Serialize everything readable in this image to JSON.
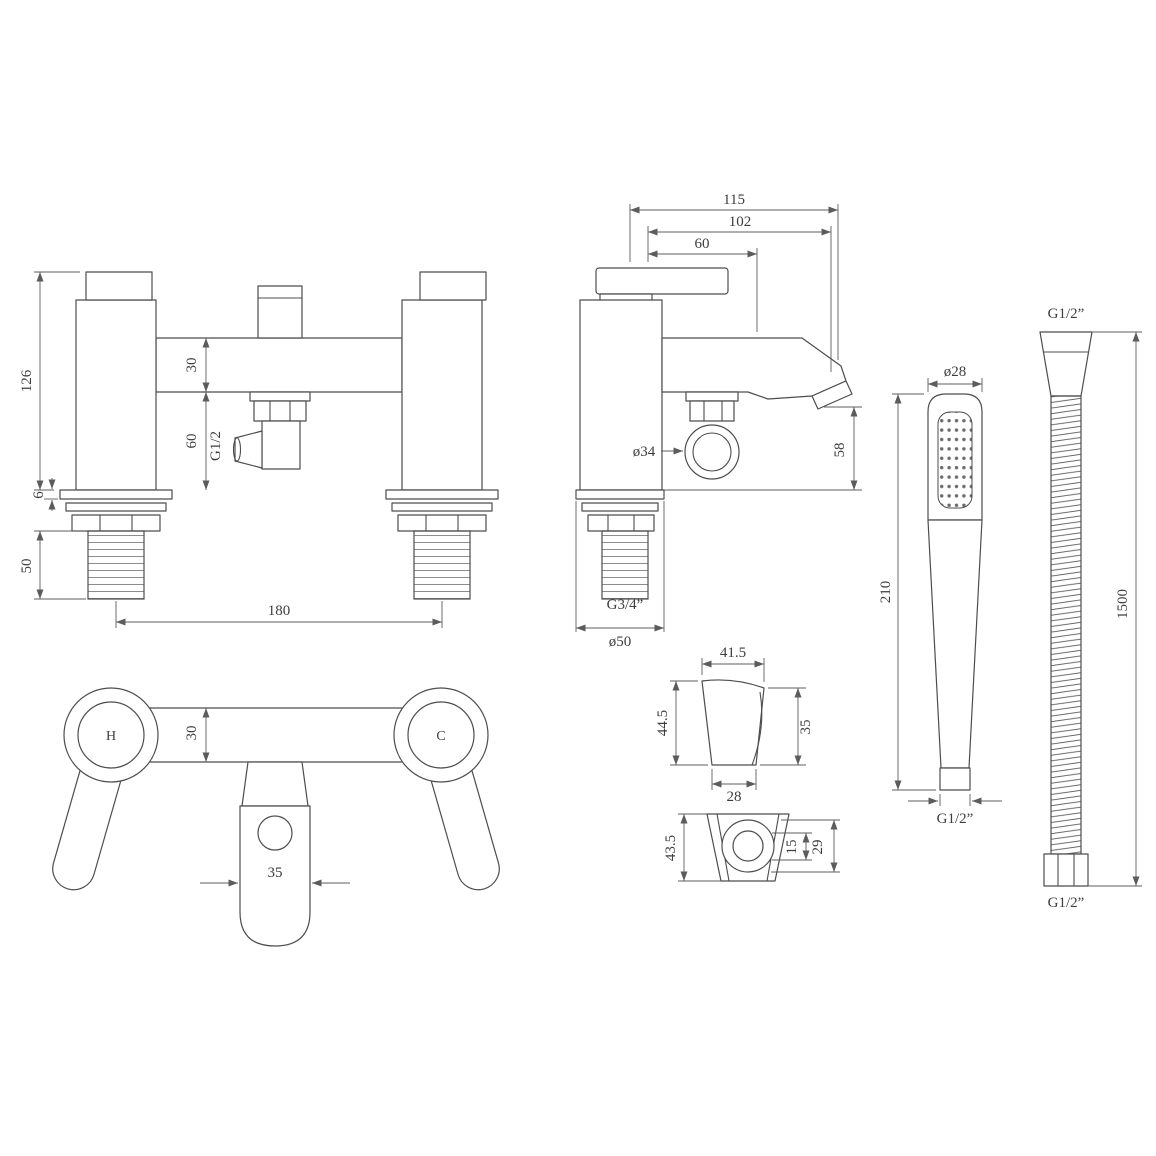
{
  "sheet": {
    "background": "#ffffff",
    "line_color": "#4d4d4d",
    "text_color": "#3d3d3d"
  },
  "front_view": {
    "overall_height": "126",
    "body_height": "30",
    "outlet_drop": "60",
    "outlet_thread": "G1/2",
    "deck_plate_thickness": "6",
    "inlet_tail_length": "50",
    "tap_centres": "180"
  },
  "side_view": {
    "overall_projection": "115",
    "spout_projection": "102",
    "body_projection": "60",
    "body_diameter": "ø34",
    "spout_height": "58",
    "inlet_thread": "G3/4”",
    "base_diameter": "ø50"
  },
  "handset": {
    "head_diameter": "ø28",
    "length": "210",
    "connection_thread": "G1/2”"
  },
  "hose": {
    "top_thread": "G1/2”",
    "length": "1500",
    "bottom_thread": "G1/2”"
  },
  "plan_view": {
    "hot_marker": "H",
    "cold_marker": "C",
    "body_width": "30",
    "spout_width": "35"
  },
  "wall_bracket_side": {
    "top_width": "41.5",
    "height": "44.5",
    "face_height": "35",
    "base_width": "28"
  },
  "wall_bracket_front": {
    "height": "43.5",
    "slot_height": "15",
    "depth": "29"
  }
}
